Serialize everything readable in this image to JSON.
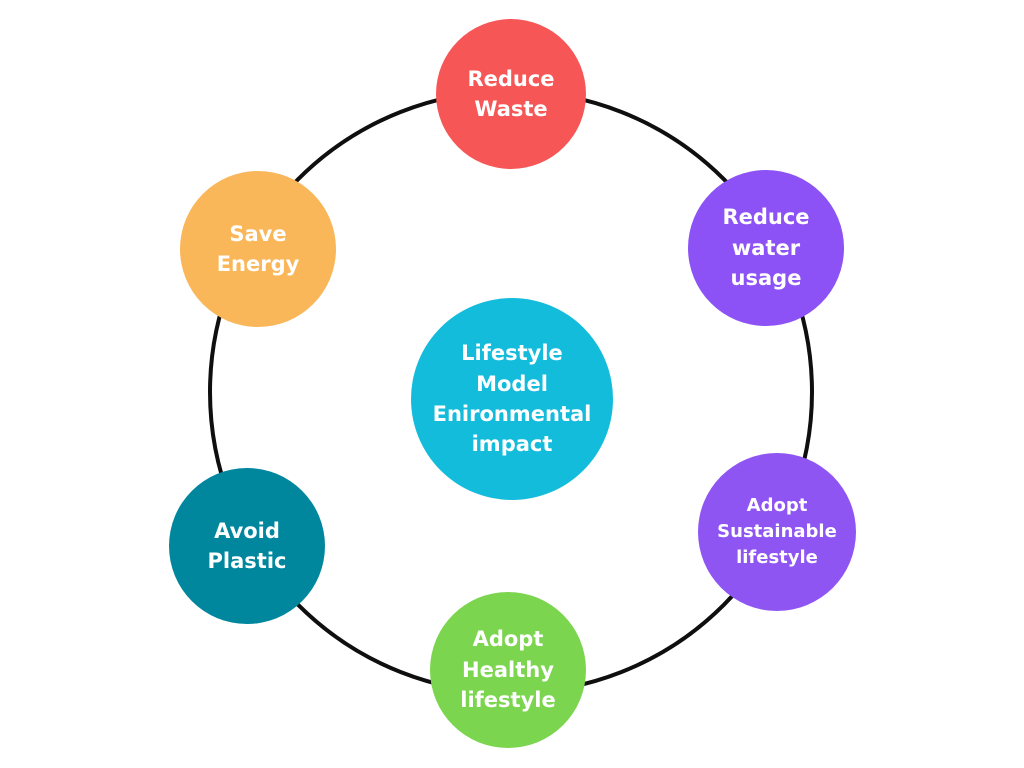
{
  "diagram": {
    "center": {
      "label": "Lifestyle\nModel\nEnironmental\nimpact",
      "color": "#14BCDC"
    },
    "nodes": [
      {
        "id": "reduce-waste",
        "label": "Reduce\nWaste",
        "color": "#F75656"
      },
      {
        "id": "reduce-water-usage",
        "label": "Reduce\nwater\nusage",
        "color": "#8C52F5"
      },
      {
        "id": "adopt-sustainable-lifestyle",
        "label": "Adopt\nSustainable\nlifestyle",
        "color": "#8F55F3"
      },
      {
        "id": "adopt-healthy-lifestyle",
        "label": "Adopt\nHealthy\nlifestyle",
        "color": "#7CD54F"
      },
      {
        "id": "avoid-plastic",
        "label": "Avoid\nPlastic",
        "color": "#00879E"
      },
      {
        "id": "save-energy",
        "label": "Save\nEnergy",
        "color": "#F9B75A"
      }
    ],
    "ring_color": "#0F0F0F"
  }
}
